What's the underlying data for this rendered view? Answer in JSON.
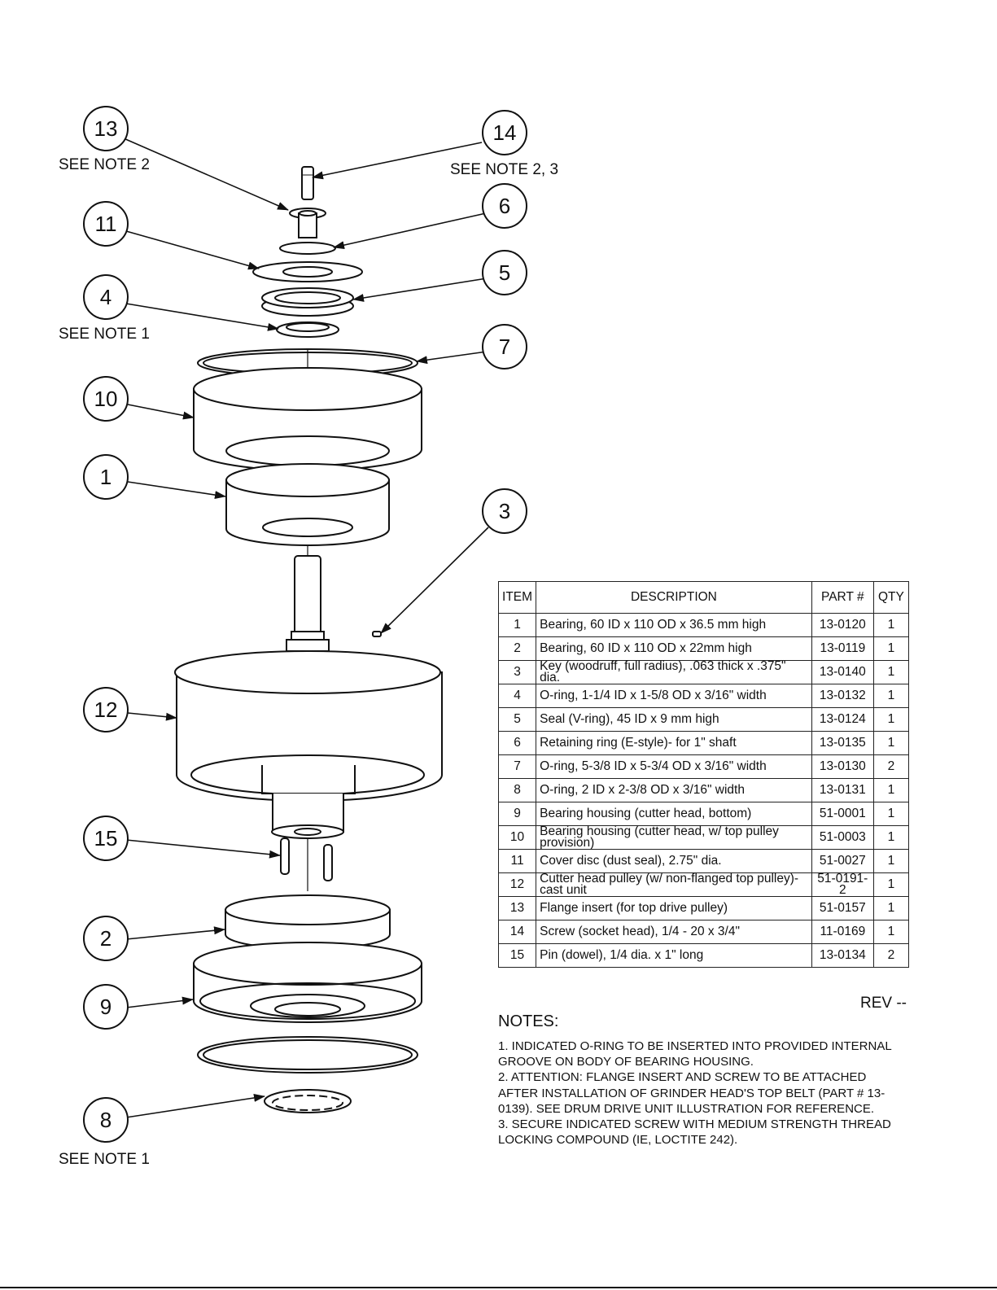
{
  "balloons": [
    {
      "num": "13",
      "note": "SEE NOTE 2"
    },
    {
      "num": "14",
      "note": "SEE NOTE 2, 3"
    },
    {
      "num": "11",
      "note": ""
    },
    {
      "num": "6",
      "note": ""
    },
    {
      "num": "5",
      "note": ""
    },
    {
      "num": "4",
      "note": "SEE NOTE 1"
    },
    {
      "num": "7",
      "note": ""
    },
    {
      "num": "10",
      "note": ""
    },
    {
      "num": "1",
      "note": ""
    },
    {
      "num": "3",
      "note": ""
    },
    {
      "num": "12",
      "note": ""
    },
    {
      "num": "15",
      "note": ""
    },
    {
      "num": "2",
      "note": ""
    },
    {
      "num": "9",
      "note": ""
    },
    {
      "num": "8",
      "note": "SEE NOTE 1"
    }
  ],
  "bom": {
    "headers": [
      "ITEM",
      "DESCRIPTION",
      "PART #",
      "QTY"
    ],
    "rows": [
      {
        "item": "1",
        "desc": "Bearing, 60 ID x 110 OD x 36.5 mm high",
        "part": "13-0120",
        "qty": "1"
      },
      {
        "item": "2",
        "desc": "Bearing, 60 ID x 110 OD x 22mm high",
        "part": "13-0119",
        "qty": "1"
      },
      {
        "item": "3",
        "desc": "Key (woodruff, full radius), .063 thick x .375\" dia.",
        "part": "13-0140",
        "qty": "1"
      },
      {
        "item": "4",
        "desc": "O-ring, 1-1/4 ID x 1-5/8 OD x 3/16\" width",
        "part": "13-0132",
        "qty": "1"
      },
      {
        "item": "5",
        "desc": "Seal (V-ring), 45 ID x 9 mm high",
        "part": "13-0124",
        "qty": "1"
      },
      {
        "item": "6",
        "desc": "Retaining ring (E-style)-  for 1\" shaft",
        "part": "13-0135",
        "qty": "1"
      },
      {
        "item": "7",
        "desc": "O-ring, 5-3/8 ID x 5-3/4 OD x 3/16\" width",
        "part": "13-0130",
        "qty": "2"
      },
      {
        "item": "8",
        "desc": "O-ring, 2 ID x 2-3/8 OD x 3/16\" width",
        "part": "13-0131",
        "qty": "1"
      },
      {
        "item": "9",
        "desc": "Bearing housing (cutter head, bottom)",
        "part": "51-0001",
        "qty": "1"
      },
      {
        "item": "10",
        "desc": "Bearing housing (cutter head, w/ top pulley provision)",
        "part": "51-0003",
        "qty": "1"
      },
      {
        "item": "11",
        "desc": "Cover disc (dust seal), 2.75\" dia.",
        "part": "51-0027",
        "qty": "1"
      },
      {
        "item": "12",
        "desc": "Cutter head pulley (w/ non-flanged top pulley)- cast unit",
        "part": "51-0191-2",
        "qty": "1"
      },
      {
        "item": "13",
        "desc": "Flange insert (for top drive pulley)",
        "part": "51-0157",
        "qty": "1"
      },
      {
        "item": "14",
        "desc": "Screw (socket head), 1/4 - 20 x 3/4\"",
        "part": "11-0169",
        "qty": "1"
      },
      {
        "item": "15",
        "desc": "Pin (dowel), 1/4 dia. x 1\" long",
        "part": "13-0134",
        "qty": "2"
      }
    ]
  },
  "rev": "REV --",
  "notes": {
    "title": "NOTES:",
    "items": [
      "1.  INDICATED O-RING TO BE INSERTED INTO PROVIDED INTERNAL GROOVE ON BODY OF BEARING HOUSING.",
      "2.  ATTENTION: FLANGE INSERT AND SCREW TO BE ATTACHED AFTER INSTALLATION OF GRINDER HEAD'S TOP BELT (PART # 13-0139). SEE DRUM DRIVE UNIT ILLUSTRATION FOR REFERENCE.",
      "3.  SECURE INDICATED SCREW WITH MEDIUM STRENGTH THREAD LOCKING COMPOUND (IE, LOCTITE 242)."
    ]
  }
}
